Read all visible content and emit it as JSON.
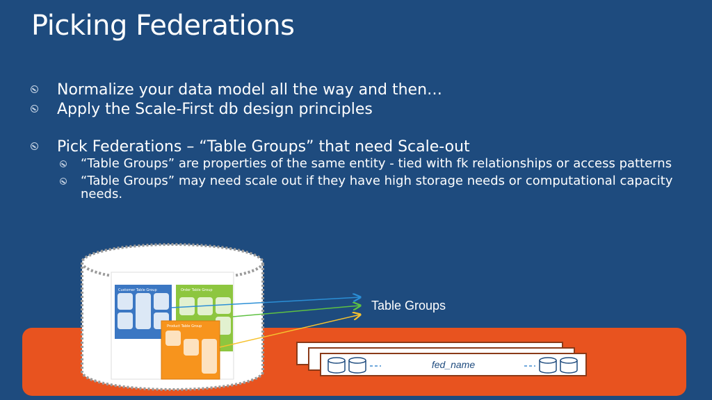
{
  "slide": {
    "title": "Picking Federations",
    "bullets": [
      {
        "text": "Normalize your data model all the way and then…"
      },
      {
        "text": "Apply the Scale-First db design principles"
      },
      {
        "text": "Pick Federations – “Table Groups” that need Scale-out",
        "sub": [
          {
            "text": "“Table Groups” are properties of the same entity - tied with fk relationships or access patterns"
          },
          {
            "text": "“Table Groups” may need scale out if they have high storage needs or computational capacity needs."
          }
        ]
      }
    ]
  },
  "diagram": {
    "table_groups_label": "Table Groups",
    "fed_name_label": "fed_name",
    "groups": [
      {
        "label": "Customer Table Group",
        "color": "#3b77c3"
      },
      {
        "label": "Order Table Group",
        "color": "#8dc63f"
      },
      {
        "label": "Product Table Group",
        "color": "#f7941d"
      }
    ],
    "arrow_colors": [
      "#2b8fd6",
      "#5fc142",
      "#f6c22f"
    ]
  }
}
